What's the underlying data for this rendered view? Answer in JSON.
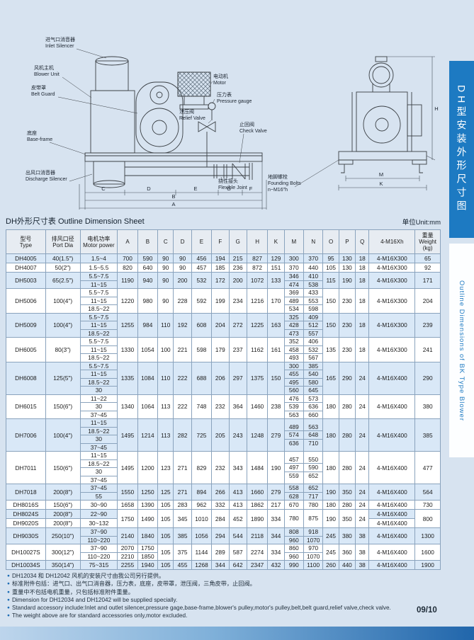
{
  "page": {
    "number": "09/10"
  },
  "section": {
    "title": "DH外形尺寸表 Outline Dimension Sheet",
    "unit": "单位Unit:mm"
  },
  "sidebar": {
    "cn": "DH型安装外形尺寸图",
    "en": "Outline Dimensions of BK Type Blower"
  },
  "diagram": {
    "labels": {
      "inlet_silencer": {
        "cn": "进气口消音器",
        "en": "Inlet Silencer"
      },
      "blower_unit": {
        "cn": "风机主机",
        "en": "Blower Unit"
      },
      "belt_guard": {
        "cn": "皮带罩",
        "en": "Belt Guard"
      },
      "motor": {
        "cn": "电动机",
        "en": "Motor"
      },
      "pressure_gauge": {
        "cn": "压力表",
        "en": "Pressure gauge"
      },
      "relief_valve": {
        "cn": "泄压阀",
        "en": "Relief Valve"
      },
      "check_valve": {
        "cn": "止回阀",
        "en": "Check Valve"
      },
      "base_frame": {
        "cn": "底座",
        "en": "Base-frame"
      },
      "discharge_silencer": {
        "cn": "出风口消音器",
        "en": "Discharge Silencer"
      },
      "flexible_joint": {
        "cn": "挠性接头",
        "en": "Flexible Joint"
      },
      "founding_bolts": {
        "cn": "地脚螺栓",
        "en": "Founding Bolts",
        "en2": "n~M16\"h"
      }
    },
    "letters": {
      "A": "A",
      "B": "B",
      "C": "C",
      "D": "D",
      "E": "E",
      "F": "F",
      "G": "G",
      "H": "H",
      "K": "K",
      "M": "M"
    }
  },
  "table": {
    "headers": {
      "type_cn": "型号",
      "type_en": "Type",
      "port_cn": "排风口径",
      "port_en": "Port Dia",
      "power_cn": "电机功率",
      "power_en": "Motor power",
      "letters": [
        "A",
        "B",
        "C",
        "D",
        "E",
        "F",
        "G",
        "H",
        "K",
        "M",
        "N",
        "O",
        "P",
        "Q"
      ],
      "bolt": "4-M16Xh",
      "weight_cn": "重量",
      "weight_en": "Weight",
      "weight_unit": "(kg)"
    },
    "rows": [
      {
        "type": "DH4005",
        "port": "40(1.5\")",
        "power": [
          "1.5~4"
        ],
        "A": "700",
        "B": "590",
        "C": "90",
        "D": "90",
        "E": "456",
        "F": "194",
        "G": "215",
        "H": "827",
        "K": "129",
        "M": [
          "300"
        ],
        "N": [
          "370"
        ],
        "O": "95",
        "P": "130",
        "Q": "18",
        "bolt": "4-M16X300",
        "weight": "65"
      },
      {
        "type": "DH4007",
        "port": "50(2\")",
        "power": [
          "1.5~5.5"
        ],
        "A": "820",
        "B": "640",
        "C": "90",
        "D": "90",
        "E": "457",
        "F": "185",
        "G": "236",
        "H": "872",
        "K": "151",
        "M": [
          "370"
        ],
        "N": [
          "440"
        ],
        "O": "105",
        "P": "130",
        "Q": "18",
        "bolt": "4-M16X300",
        "weight": "92"
      },
      {
        "type": "DH5003",
        "port": "65(2.5\")",
        "power": [
          "5.5~7.5",
          "11~15"
        ],
        "A": "1190",
        "B": "940",
        "C": "90",
        "D": "200",
        "E": "532",
        "F": "172",
        "G": "200",
        "H": "1072",
        "K": "133",
        "M": [
          "346",
          "474"
        ],
        "N": [
          "410",
          "538"
        ],
        "O": "115",
        "P": "190",
        "Q": "18",
        "bolt": "4-M16X300",
        "weight": "171"
      },
      {
        "type": "DH5006",
        "port": "100(4\")",
        "power": [
          "5.5~7.5",
          "11~15",
          "18.5~22"
        ],
        "A": "1220",
        "B": "980",
        "C": "90",
        "D": "228",
        "E": "592",
        "F": "199",
        "G": "234",
        "H": "1216",
        "K": "170",
        "M": [
          "369",
          "489",
          "534"
        ],
        "N": [
          "433",
          "553",
          "598"
        ],
        "O": "150",
        "P": "230",
        "Q": "18",
        "bolt": "4-M16X300",
        "weight": "204"
      },
      {
        "type": "DH5009",
        "port": "100(4\")",
        "power": [
          "5.5~7.5",
          "11~15",
          "18.5~22"
        ],
        "A": "1255",
        "B": "984",
        "C": "110",
        "D": "192",
        "E": "608",
        "F": "204",
        "G": "272",
        "H": "1225",
        "K": "163",
        "M": [
          "325",
          "428",
          "473"
        ],
        "N": [
          "409",
          "512",
          "557"
        ],
        "O": "150",
        "P": "230",
        "Q": "18",
        "bolt": "4-M16X300",
        "weight": "239"
      },
      {
        "type": "DH6005",
        "port": "80(3\")",
        "power": [
          "5.5~7.5",
          "11~15",
          "18.5~22"
        ],
        "A": "1330",
        "B": "1054",
        "C": "100",
        "D": "221",
        "E": "598",
        "F": "179",
        "G": "237",
        "H": "1162",
        "K": "161",
        "M": [
          "352",
          "458",
          "493"
        ],
        "N": [
          "406",
          "532",
          "567"
        ],
        "O": "135",
        "P": "230",
        "Q": "18",
        "bolt": "4-M16X300",
        "weight": "241"
      },
      {
        "type": "DH6008",
        "port": "125(5\")",
        "power": [
          "5.5~7.5",
          "11~15",
          "18.5~22",
          "30"
        ],
        "A": "1335",
        "B": "1084",
        "C": "110",
        "D": "222",
        "E": "688",
        "F": "206",
        "G": "297",
        "H": "1375",
        "K": "150",
        "M": [
          "300",
          "455",
          "495",
          "560"
        ],
        "N": [
          "385",
          "540",
          "580",
          "645"
        ],
        "O": "165",
        "P": "290",
        "Q": "24",
        "bolt": "4-M16X400",
        "weight": "290"
      },
      {
        "type": "DH6015",
        "port": "150(6\")",
        "power": [
          "11~22",
          "30",
          "37~45"
        ],
        "A": "1340",
        "B": "1064",
        "C": "113",
        "D": "222",
        "E": "748",
        "F": "232",
        "G": "364",
        "H": "1460",
        "K": "238",
        "M": [
          "476",
          "539",
          "563"
        ],
        "N": [
          "573",
          "636",
          "660"
        ],
        "O": "180",
        "P": "280",
        "Q": "24",
        "bolt": "4-M16X400",
        "weight": "380"
      },
      {
        "type": "DH7006",
        "port": "100(4\")",
        "power": [
          "11~15",
          "18.5~22",
          "30",
          "37~45"
        ],
        "A": "1495",
        "B": "1214",
        "C": "113",
        "D": "282",
        "E": "725",
        "F": "205",
        "G": "243",
        "H": "1248",
        "K": "279",
        "M": [
          "489",
          "574",
          "636"
        ],
        "N": [
          "563",
          "648",
          "710"
        ],
        "O": "180",
        "P": "280",
        "Q": "24",
        "bolt": "4-M16X400",
        "weight": "385"
      },
      {
        "type": "DH7011",
        "port": "150(6\")",
        "power": [
          "11~15",
          "18.5~22",
          "30",
          "37~45"
        ],
        "A": "1495",
        "B": "1200",
        "C": "123",
        "D": "271",
        "E": "829",
        "F": "232",
        "G": "343",
        "H": "1484",
        "K": "190",
        "M": [
          "457",
          "497",
          "559"
        ],
        "N": [
          "550",
          "590",
          "652"
        ],
        "O": "180",
        "P": "280",
        "Q": "24",
        "bolt": "4-M16X400",
        "weight": "477"
      },
      {
        "type": "DH7018",
        "port": "200(8\")",
        "power": [
          "37~45",
          "55"
        ],
        "A": "1550",
        "B": "1250",
        "C": "125",
        "D": "271",
        "E": "894",
        "F": "266",
        "G": "413",
        "H": "1660",
        "K": "279",
        "M": [
          "558",
          "628"
        ],
        "N": [
          "652",
          "717"
        ],
        "O": "190",
        "P": "350",
        "Q": "24",
        "bolt": "4-M16X400",
        "weight": "564"
      },
      {
        "type": "DH8016S",
        "port": "150(6\")",
        "power": [
          "30~90"
        ],
        "A": "1658",
        "B": "1390",
        "C": "105",
        "D": "283",
        "E": "962",
        "F": "332",
        "G": "413",
        "H": "1862",
        "K": "217",
        "M": [
          "670"
        ],
        "N": [
          "780"
        ],
        "O": "180",
        "P": "280",
        "Q": "24",
        "bolt": "4-M16X400",
        "weight": "730"
      },
      {
        "group": true,
        "rows": [
          {
            "type": "DH8024S",
            "port": "200(8\")",
            "power": [
              "22~90"
            ],
            "bolt": "4-M16X400"
          },
          {
            "type": "DH9020S",
            "port": "200(8\")",
            "power": [
              "30~132"
            ],
            "bolt": "4-M16X400"
          }
        ],
        "shared": {
          "A": "1750",
          "B": "1490",
          "C": "105",
          "D": "345",
          "E": "1010",
          "F": "284",
          "G": "452",
          "H": "1890",
          "K": "334",
          "M": [
            "780"
          ],
          "N": [
            "875"
          ],
          "O": "190",
          "P": "350",
          "Q": "24",
          "weight": "800"
        }
      },
      {
        "type": "DH9030S",
        "port": "250(10\")",
        "power": [
          "37~90",
          "110~220"
        ],
        "A": "2140",
        "B": "1840",
        "C": "105",
        "D": "385",
        "E": "1056",
        "F": "294",
        "G": "544",
        "H": "2118",
        "K": "344",
        "M": [
          "808",
          "960"
        ],
        "N": [
          "918",
          "1070"
        ],
        "O": "245",
        "P": "380",
        "Q": "38",
        "bolt": "4-M16X400",
        "weight": "1300"
      },
      {
        "type": "DH10027S",
        "port": "300(12\")",
        "power": [
          "37~90",
          "110~220"
        ],
        "A": [
          "2070",
          "2210"
        ],
        "B": [
          "1750",
          "1850"
        ],
        "C": "105",
        "D": "375",
        "E": "1144",
        "F": "289",
        "G": "587",
        "H": "2274",
        "K": "334",
        "M": [
          "860",
          "960"
        ],
        "N": [
          "970",
          "1070"
        ],
        "O": "245",
        "P": "360",
        "Q": "38",
        "bolt": "4-M16X400",
        "weight": "1600"
      },
      {
        "type": "DH10034S",
        "port": "350(14\")",
        "power": [
          "75~315"
        ],
        "A": "2255",
        "B": "1940",
        "C": "105",
        "D": "455",
        "E": "1268",
        "F": "344",
        "G": "642",
        "H": "2347",
        "K": "432",
        "M": [
          "990"
        ],
        "N": [
          "1100"
        ],
        "O": "260",
        "P": "440",
        "Q": "38",
        "bolt": "4-M16X400",
        "weight": "1900"
      }
    ]
  },
  "notes": [
    "DH12034 和 DH12042 风机的安装尺寸由我公司另行提供。",
    "标准附件包括：进气口、出气口消音器，压力表，底座，皮带罩，泄压阀，三角皮带，止回阀。",
    "重量中不包括电机重量，只包括标准附件重量。",
    "Dimension for DH12034 and DH12042 will be supplied specially.",
    "Standard accessory include:Inlet and outlet silencer,pressure gage,base-frame,blower's pulley,motor's pulley,belt,belt guard,relief valve,check valve.",
    "The weight above are for standard accessories only,motor excluded."
  ]
}
